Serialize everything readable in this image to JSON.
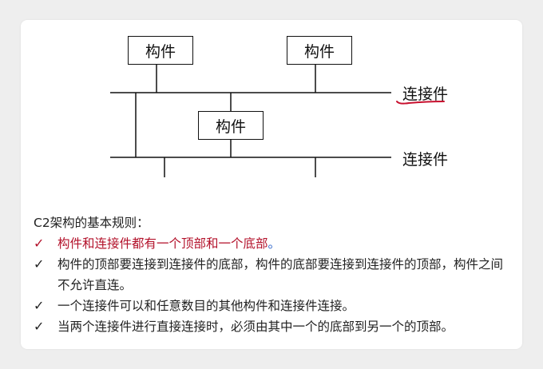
{
  "diagram": {
    "component_label": "构件",
    "connector_label": "连接件"
  },
  "rules": {
    "title": "C2架构的基本规则：",
    "check_mark": "✓",
    "items": [
      {
        "text": "构件和连接件都有一个顶部和一个底部",
        "suffix": "。"
      },
      {
        "text": "构件的顶部要连接到连接件的底部，构件的底部要连接到连接件的顶部，构件之间不允许直连。",
        "suffix": ""
      },
      {
        "text": "一个连接件可以和任意数目的其他构件和连接件连接。",
        "suffix": ""
      },
      {
        "text": "当两个连接件进行直接连接时，必须由其中一个的底部到另一个的顶部。",
        "suffix": ""
      }
    ]
  },
  "colors": {
    "highlight": "#b3122b",
    "annotation": "#c8102e",
    "dot": "#2a62c9"
  }
}
